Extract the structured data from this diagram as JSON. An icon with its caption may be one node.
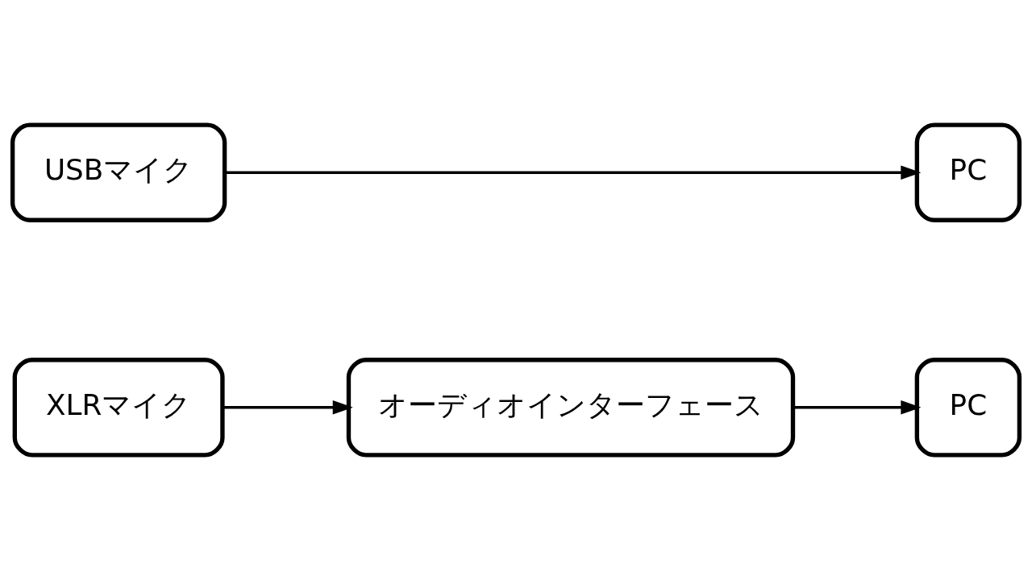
{
  "diagram": {
    "nodes": [
      {
        "text": [
          "XLRマイク"
        ]
      },
      {
        "text": [
          "オーディオインターフェース"
        ]
      },
      {
        "text": [
          "PC"
        ]
      },
      {
        "text": [
          "USBマイク"
        ]
      },
      {
        "text": [
          "PC"
        ]
      }
    ],
    "edges": [
      {
        "from": 0,
        "to": 1,
        "arrow": "to"
      },
      {
        "from": 1,
        "to": 2,
        "arrow": "to"
      },
      {
        "from": 3,
        "to": 4,
        "arrow": "to"
      }
    ]
  }
}
